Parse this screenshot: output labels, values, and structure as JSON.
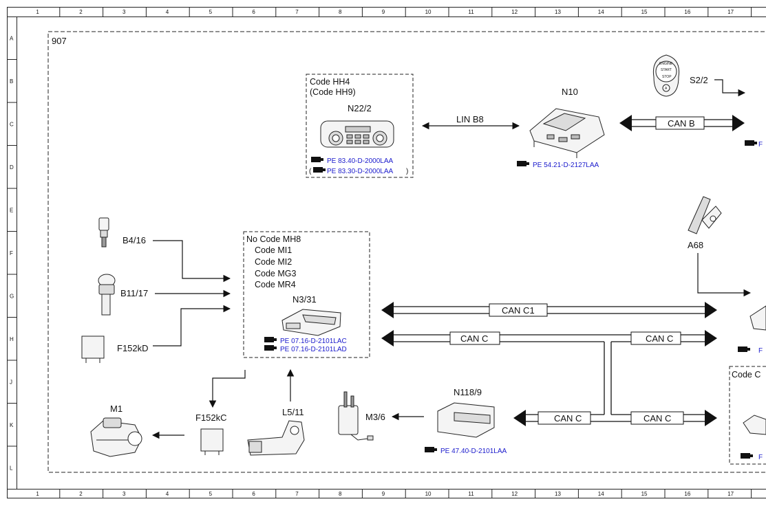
{
  "ruler": {
    "columns": [
      "1",
      "2",
      "3",
      "4",
      "5",
      "6",
      "7",
      "8",
      "9",
      "10",
      "11",
      "12",
      "13",
      "14",
      "15",
      "16",
      "17"
    ],
    "rows": [
      "A",
      "B",
      "C",
      "D",
      "E",
      "F",
      "G",
      "H",
      "J",
      "K",
      "L"
    ]
  },
  "frame_label": "907",
  "components": {
    "n22_2": {
      "code_line1": "Code HH4",
      "code_line2": "(Code HH9)",
      "name": "N22/2",
      "ref1": "PE 83.40-D-2000LAA",
      "ref2": "PE 83.30-D-2000LAA",
      "ref2_open": "(",
      "ref2_close": ")"
    },
    "lin_bus": "LIN B8",
    "n10": {
      "name": "N10",
      "ref": "PE 54.21-D-2127LAA"
    },
    "can_b": "CAN B",
    "s2_2": {
      "name": "S2/2",
      "btn_line1": "ENGINE",
      "btn_line2": "START",
      "btn_line3": "STOP",
      "btn_letter": "A"
    },
    "a68": {
      "name": "A68"
    },
    "b4_16": {
      "name": "B4/16"
    },
    "b11_17": {
      "name": "B11/17"
    },
    "f152kd": {
      "name": "F152kD"
    },
    "n3_31": {
      "code_lines": [
        "No Code MH8",
        "Code MI1",
        "Code MI2",
        "Code MG3",
        "Code MR4"
      ],
      "name": "N3/31",
      "ref1": "PE 07.16-D-2101LAC",
      "ref2": "PE 07.16-D-2101LAD"
    },
    "can_c1": "CAN C1",
    "can_c_top_left": "CAN C",
    "can_c_top_right": "CAN C",
    "can_c_bottom_left": "CAN C",
    "can_c_bottom_right": "CAN C",
    "m1": {
      "name": "M1"
    },
    "f152kc": {
      "name": "F152kC"
    },
    "l5_11": {
      "name": "L5/11"
    },
    "m3_6": {
      "name": "M3/6"
    },
    "n118_9": {
      "name": "N118/9",
      "ref": "PE 47.40-D-2101LAA"
    },
    "right_code_box": {
      "label": "Code C"
    },
    "right_refs": {
      "ref_c": "F",
      "ref_h": "F",
      "ref_k": "F"
    }
  }
}
